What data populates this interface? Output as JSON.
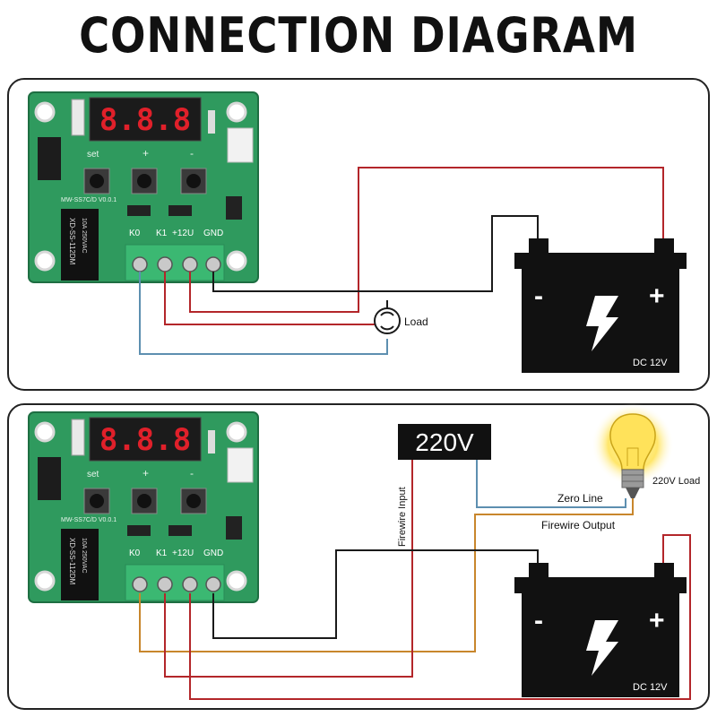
{
  "title": "CONNECTION DIAGRAM",
  "board": {
    "display": "8.8.8",
    "silk_model": "MW-SS7C/D V0.0.1",
    "relay_text": "XD-SS-112DM",
    "relay_spec": "10A 250VAC",
    "set_label": "set",
    "plus_label": "+",
    "minus_label": "-",
    "terminals": [
      "K0",
      "K1",
      "+12U",
      "GND"
    ]
  },
  "panel1": {
    "load_label": "Load",
    "battery": {
      "minus": "-",
      "plus": "+",
      "voltage": "DC 12V"
    }
  },
  "panel2": {
    "source_label": "220V",
    "firewire_input": "Firewire Input",
    "zero_line": "Zero Line",
    "firewire_output": "Firewire Output",
    "lamp_label": "220V Load",
    "battery": {
      "minus": "-",
      "plus": "+",
      "voltage": "DC 12V"
    }
  },
  "colors": {
    "red_wire": "#b3262a",
    "black_wire": "#1a1a1a",
    "blue_wire": "#5d8fb0",
    "orange_wire": "#c8862c",
    "pcb": "#2f9a5e",
    "terminal": "#3bb872",
    "display": "#e0202a"
  }
}
